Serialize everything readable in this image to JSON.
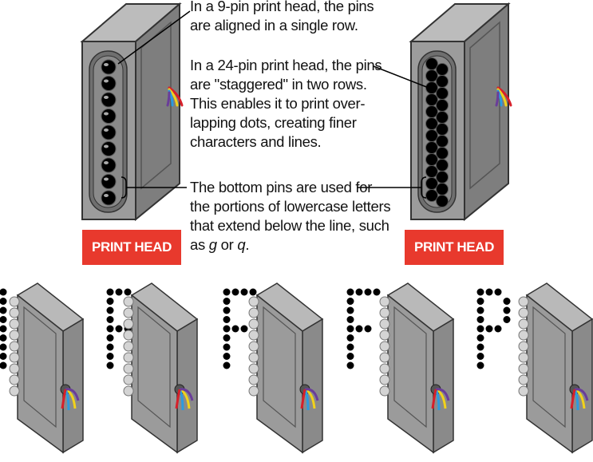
{
  "captions": {
    "nine_pin": [
      "In a 9-pin print head, the pins",
      "are aligned in a single row."
    ],
    "twenty_four_pin": [
      "In a 24-pin print head, the pins",
      "are \"staggered\" in two rows.",
      "This enables it to print over-",
      "lapping dots, creating finer",
      "characters and lines."
    ],
    "bottom_pins": [
      "The bottom pins are used for",
      "the portions of lowercase letters",
      "that extend below the line, such"
    ],
    "bottom_pins_last": {
      "prefix": "as ",
      "g": "g",
      "mid": " or ",
      "q": "q",
      "suffix": "."
    }
  },
  "labels": {
    "left": "PRINT HEAD",
    "right": "PRINT HEAD"
  },
  "colors": {
    "label_red": "#e8392d",
    "body_face": "#9a9a9a",
    "body_side": "#7d7d7d",
    "body_top": "#b9b9b9",
    "pin_dark": "#000000",
    "wire_red": "#d6202a",
    "wire_yellow": "#f2d21b",
    "wire_blue": "#2b9be0",
    "wire_purple": "#6a3d9a"
  },
  "printed_letters": [
    "I",
    "R",
    "F",
    "F",
    "P"
  ]
}
